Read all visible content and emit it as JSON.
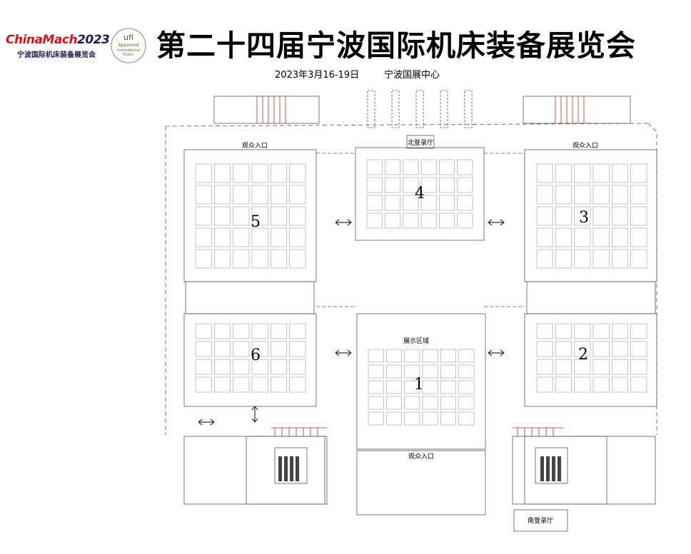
{
  "header": {
    "logo": {
      "brand_prefix": "C",
      "brand_main": "hinaMach",
      "brand_year": "2023",
      "subtitle": "宁波国际机床装备展览会"
    },
    "ufi": {
      "mark": "ufi",
      "line1": "Approved",
      "line2": "International",
      "line3": "Event"
    },
    "title": "第二十四届宁波国际机床装备展览会",
    "date": "2023年3月16-19日",
    "venue": "宁波国展中心"
  },
  "map": {
    "halls": [
      {
        "id": "hall-1",
        "label": "1"
      },
      {
        "id": "hall-2",
        "label": "2"
      },
      {
        "id": "hall-3",
        "label": "3"
      },
      {
        "id": "hall-4",
        "label": "4"
      },
      {
        "id": "hall-5",
        "label": "5"
      },
      {
        "id": "hall-6",
        "label": "6"
      }
    ],
    "labels": {
      "north_registration": "北登录厅",
      "south_registration": "南登录厅",
      "visitor_entrance_left": "观众入口",
      "visitor_entrance_right": "观众入口",
      "visitor_entrance_bottom": "观众入口",
      "display_area": "展示区域"
    },
    "colors": {
      "line": "#555555",
      "accent": "#cc2222",
      "booth": "#9a9a9a"
    }
  }
}
